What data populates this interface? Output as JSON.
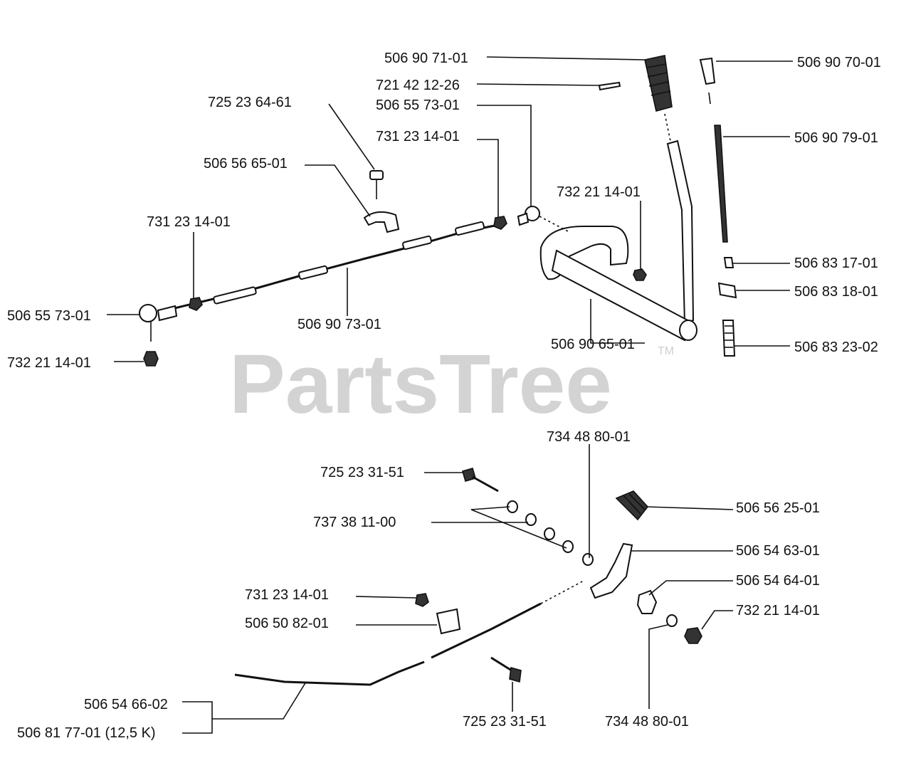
{
  "watermark": {
    "text": "PartsTree",
    "mark": "TM"
  },
  "labels": {
    "p_506907101": "506 90 71-01",
    "p_721421226": "721 42 12-26",
    "p_506557301_top": "506 55 73-01",
    "p_725236461": "725 23 64-61",
    "p_731231401_top": "731 23 14-01",
    "p_506566501": "506 56 65-01",
    "p_731231401_left": "731 23 14-01",
    "p_732211401_mid": "732 21 14-01",
    "p_506557301_left": "506 55 73-01",
    "p_506907301": "506 90 73-01",
    "p_506906501": "506 90 65-01",
    "p_732211401_left": "732 21 14-01",
    "p_506907001": "506 90 70-01",
    "p_506907901": "506 90 79-01",
    "p_506831701": "506 83 17-01",
    "p_506831801": "506 83 18-01",
    "p_506832302": "506 83 23-02",
    "p_734488001_top": "734 48 80-01",
    "p_725233151_top": "725 23 31-51",
    "p_737381100": "737 38 11-00",
    "p_506562501": "506 56 25-01",
    "p_506546301": "506 54 63-01",
    "p_506546401": "506 54 64-01",
    "p_731231401_bot": "731 23 14-01",
    "p_732211401_bot": "732 21 14-01",
    "p_506508201": "506 50 82-01",
    "p_506546602": "506 54 66-02",
    "p_506817701": "506 81 77-01 (12,5 K)",
    "p_725233151_bot": "725 23 31-51",
    "p_734488001_bot": "734 48 80-01"
  }
}
